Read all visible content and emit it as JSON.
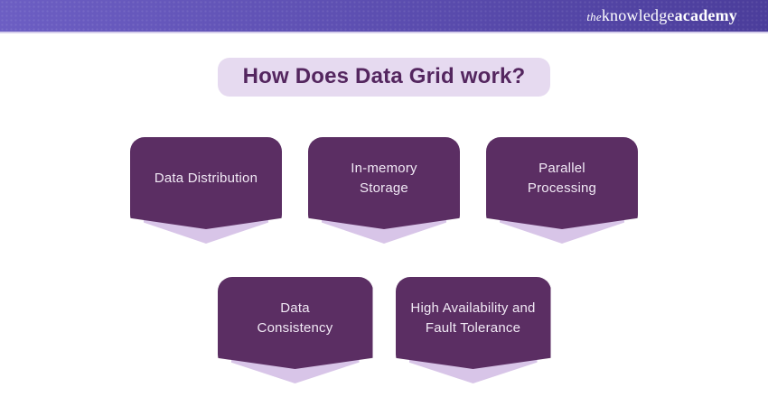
{
  "header": {
    "logo": {
      "prefix": "the",
      "word1": "knowledge",
      "word2": "academy"
    }
  },
  "title": {
    "text": "How Does Data Grid work?"
  },
  "cards": [
    {
      "label": "Data Distribution"
    },
    {
      "label": "In-memory\nStorage"
    },
    {
      "label": "Parallel\nProcessing"
    },
    {
      "label": "Data\nConsistency"
    },
    {
      "label": "High Availability and\nFault Tolerance"
    }
  ],
  "colors": {
    "header_left": "#6c5ec3",
    "header_right": "#4b3d9b",
    "header_border": "#d6cfec",
    "card_front": "#5b2e63",
    "card_back": "#d8c5e8",
    "card_text": "#f1e9f5",
    "title_bg": "#e6daf0",
    "title_text": "#54265f",
    "logo_text": "#ffffff"
  }
}
